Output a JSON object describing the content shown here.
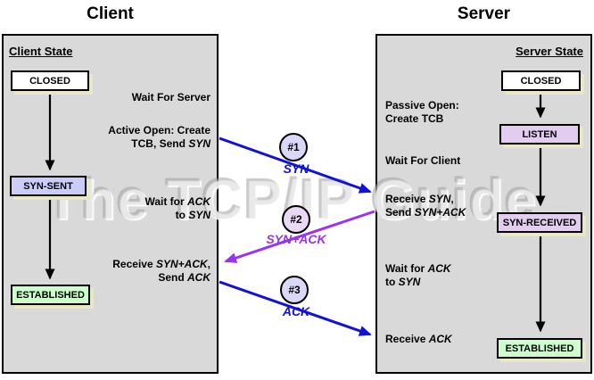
{
  "watermark": "The TCP/IP Guide",
  "colors": {
    "blue": "#1111dd",
    "purple": "#9933ee",
    "black": "#000000",
    "panel_bg": "#d9d9d9",
    "state_closed": "#ffffff",
    "state_synsent": "#ccccfa",
    "state_listen": "#e2ccf0",
    "state_established": "#ccffcc",
    "circle_blue": "#d9d9f7",
    "circle_purple": "#e9d9f4",
    "box_shadow": "#e8e8c6"
  },
  "client": {
    "title": "Client",
    "state_heading": "Client State",
    "states": [
      {
        "label": "CLOSED"
      },
      {
        "label": "SYN-SENT"
      },
      {
        "label": "ESTABLISHED"
      }
    ],
    "annotations": [
      {
        "html": "Wait For Server"
      },
      {
        "html": "Active Open: Create<br>TCB, Send <i>SYN</i>"
      },
      {
        "html": "Wait for <i>ACK</i><br>to <i>SYN</i>"
      },
      {
        "html": "Receive <i>SYN+ACK</i>,<br>Send <i>ACK</i>"
      }
    ]
  },
  "server": {
    "title": "Server",
    "state_heading": "Server State",
    "states": [
      {
        "label": "CLOSED"
      },
      {
        "label": "LISTEN"
      },
      {
        "label": "SYN-RECEIVED"
      },
      {
        "label": "ESTABLISHED"
      }
    ],
    "annotations": [
      {
        "html": "Passive Open:<br>Create TCB"
      },
      {
        "html": "Wait For Client"
      },
      {
        "html": "Receive <i>SYN</i>,<br>Send <i>SYN+ACK</i>"
      },
      {
        "html": "Wait for <i>ACK</i><br>to <i>SYN</i>"
      },
      {
        "html": "Receive <i>ACK</i>"
      }
    ]
  },
  "messages": [
    {
      "number": "#1",
      "label": "SYN",
      "direction": "client-to-server"
    },
    {
      "number": "#2",
      "label": "SYN+ACK",
      "direction": "server-to-client"
    },
    {
      "number": "#3",
      "label": "ACK",
      "direction": "client-to-server"
    }
  ]
}
